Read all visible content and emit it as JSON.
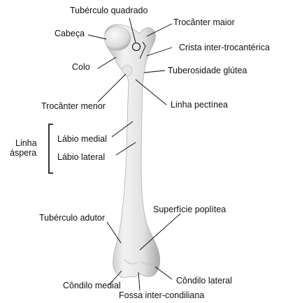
{
  "labels": {
    "tuberculo_quadrado": "Tubérculo quadrado",
    "cabeca": "Cabeça",
    "trocanter_maior": "Trocânter maior",
    "crista_inter_trocanterica": "Crista inter-trocantérica",
    "colo": "Colo",
    "tuberosidade_glutea": "Tuberosidade glútea",
    "trocanter_menor": "Trocânter menor",
    "linha_pectinea": "Linha pectínea",
    "linha_aspera_1": "Linha",
    "linha_aspera_2": "áspera",
    "labio_medial": "Lábio medial",
    "labio_lateral": "Lábio lateral",
    "tuberculo_adutor": "Tubérculo adutor",
    "superficie_poplitea": "Superfície poplítea",
    "condilo_medial": "Côndilo medial",
    "condilo_lateral": "Côndilo lateral",
    "fossa_inter_condiliana": "Fossa inter-condiliana"
  },
  "colors": {
    "label_text": "#111111",
    "leader_line": "#000000",
    "bone_fill": "#e8e8e8",
    "bone_shade": "#bdbdbd",
    "background": "#ffffff"
  }
}
